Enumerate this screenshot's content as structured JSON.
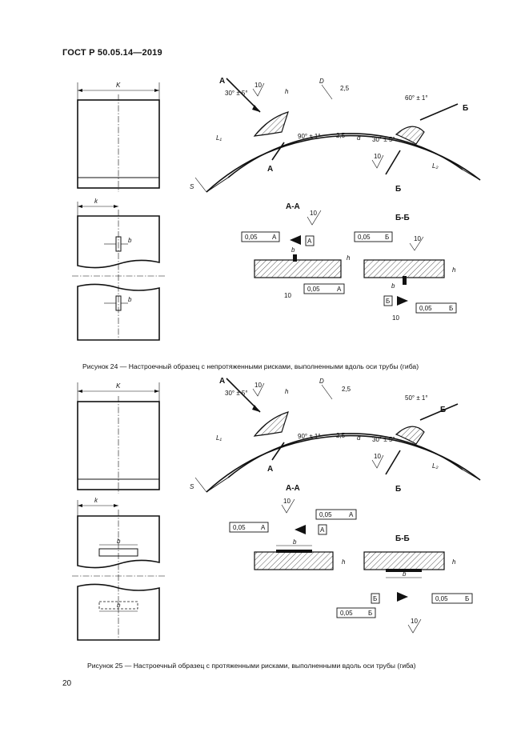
{
  "header": {
    "standard": "ГОСТ Р 50.05.14—2019"
  },
  "page_number": "20",
  "figure24": {
    "caption": "Рисунок 24 — Настроечный образец с непротяженными рисками, выполненными вдоль оси трубы (гиба)",
    "labels": {
      "K": "K",
      "k": "k",
      "b": "b",
      "A": "A",
      "B_cyr": "Б",
      "angle1": "30° ± 5°",
      "angle2": "90° ± 1°",
      "angle3": "60° ± 1°",
      "angle4": "30° ± 5°",
      "h": "h",
      "D": "D",
      "d": "d",
      "L1": "L₁",
      "L2": "L₂",
      "S": "S",
      "r10": "10",
      "r25": "2,5",
      "section_aa": "А-А",
      "section_bb": "Б-Б",
      "tol": "0,05",
      "datum_a": "А",
      "datum_b": "Б"
    }
  },
  "figure25": {
    "caption": "Рисунок 25 — Настроечный образец с протяженными рисками, выполненными вдоль оси трубы (гиба)",
    "labels": {
      "K": "K",
      "k": "k",
      "b": "b",
      "A": "A",
      "B_cyr": "Б",
      "angle1": "30° ± 5°",
      "angle2": "90° ± 1°",
      "angle3": "50° ± 1°",
      "angle4": "30° ± 5°",
      "h": "h",
      "D": "D",
      "d": "d",
      "L1": "L₁",
      "L2": "L₂",
      "S": "S",
      "r10": "10",
      "r25": "2,5",
      "section_aa": "А-А",
      "section_bb": "Б-Б",
      "tol": "0,05",
      "datum_a": "А",
      "datum_b": "Б"
    }
  }
}
